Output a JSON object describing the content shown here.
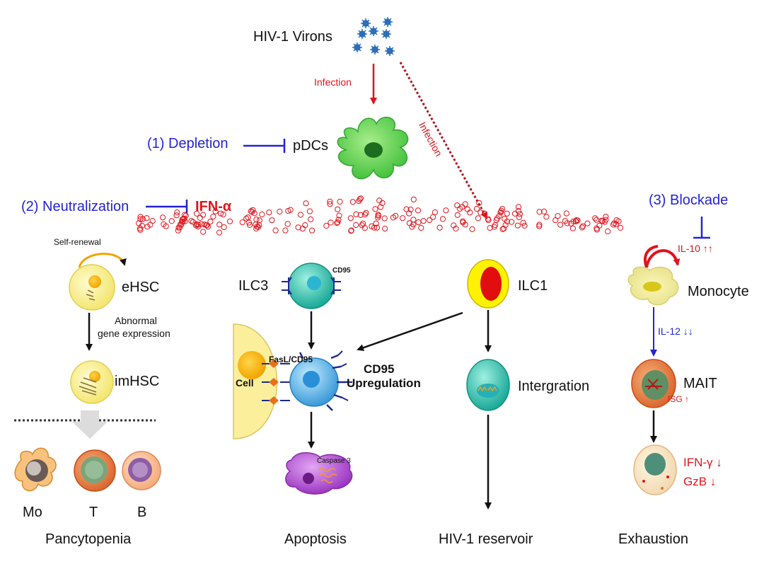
{
  "colors": {
    "red": "#e0141b",
    "blue": "#2323d8",
    "black": "#111111"
  },
  "icons": [
    "virion-icon",
    "dendritic-cell-icon",
    "stem-cell-icon",
    "monocyte-icon",
    "t-cell-icon",
    "b-cell-icon",
    "ilc3-cell-icon",
    "ilc1-cell-icon",
    "target-cell-icon",
    "apoptotic-cell-icon",
    "infected-cell-icon",
    "mait-cell-icon",
    "exhausted-cell-icon"
  ],
  "top": {
    "virions": "HIV-1 Virons",
    "infection_left": "Infection",
    "infection_right": "Infection",
    "pdcs": "pDCs",
    "depletion": "(1) Depletion",
    "neutralization": "(2) Neutralization",
    "ifn_alpha": "IFN-α"
  },
  "hsc": {
    "self_renewal": "Self-renewal",
    "ehsc": "eHSC",
    "abnormal_line1": "Abnormal",
    "abnormal_line2": "gene expression",
    "imhsc": "imHSC",
    "mo": "Mo",
    "t": "T",
    "b": "B",
    "outcome": "Pancytopenia"
  },
  "ilc3": {
    "label": "ILC3",
    "cd95": "CD95",
    "fasl": "FasL/CD95",
    "cell": "Cell",
    "upregulation_line1": "CD95",
    "upregulation_line2": "Upregulation",
    "caspase": "Caspase 3",
    "outcome": "Apoptosis"
  },
  "ilc1": {
    "label": "ILC1",
    "integration": "Intergration",
    "outcome": "HIV-1 reservoir"
  },
  "mait": {
    "blockade": "(3) Blockade",
    "il10": "IL-10 ↑↑",
    "monocyte": "Monocyte",
    "il12": "IL-12 ↓↓",
    "mait": "MAIT",
    "isg": "ISG ↑",
    "ifn_gamma": "IFN-γ ↓",
    "gzb": "GzB ↓",
    "outcome": "Exhaustion"
  }
}
